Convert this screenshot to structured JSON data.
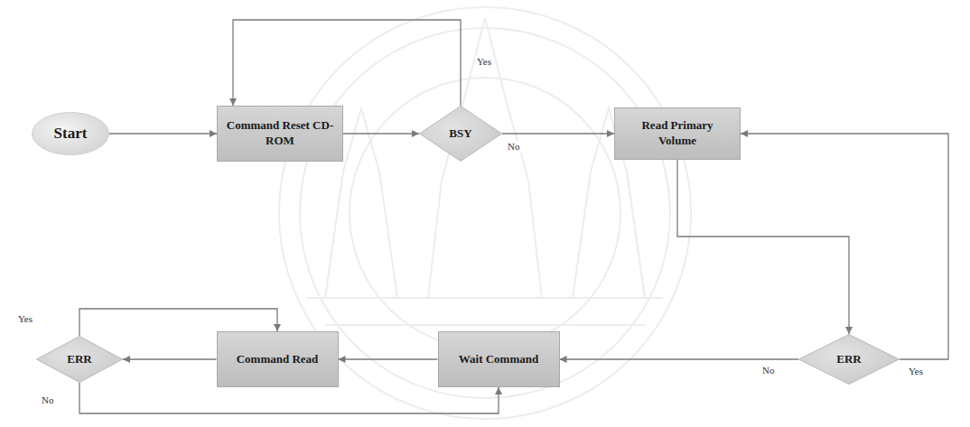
{
  "diagram": {
    "nodes": [
      {
        "text": [
          "Start"
        ]
      },
      {
        "text": [
          "Command Reset CD-ROM"
        ]
      },
      {
        "text": [
          "BSY"
        ]
      },
      {
        "text": [
          "Read Primary Volume"
        ]
      },
      {
        "text": [
          "ERR"
        ]
      },
      {
        "text": [
          "Command Read"
        ]
      },
      {
        "text": [
          "Wait Command"
        ]
      },
      {
        "text": [
          "ERR"
        ]
      }
    ],
    "edges": [
      {
        "from": 0,
        "to": 1,
        "arrow": "to"
      },
      {
        "from": 1,
        "to": 2,
        "arrow": "to"
      },
      {
        "from": 2,
        "to": 1,
        "label": "Yes",
        "arrow": "to"
      },
      {
        "from": 2,
        "to": 3,
        "label": "No",
        "arrow": "to"
      },
      {
        "from": 3,
        "to": 7,
        "arrow": "to"
      },
      {
        "from": 7,
        "to": 3,
        "label": "Yes",
        "arrow": "to"
      },
      {
        "from": 7,
        "to": 6,
        "label": "No",
        "arrow": "to"
      },
      {
        "from": 6,
        "to": 5,
        "arrow": "to"
      },
      {
        "from": 5,
        "to": 4,
        "arrow": "to"
      },
      {
        "from": 4,
        "to": 5,
        "label": "Yes",
        "arrow": "to"
      },
      {
        "from": 4,
        "to": 6,
        "label": "No",
        "arrow": "to"
      }
    ]
  }
}
